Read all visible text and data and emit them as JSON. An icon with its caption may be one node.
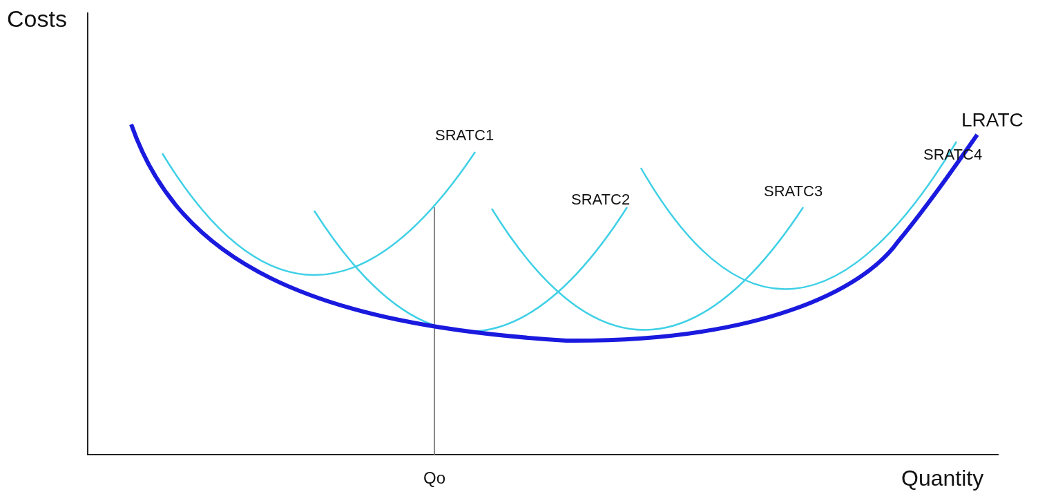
{
  "diagram": {
    "labels": [
      "Costs",
      "LRATC",
      "SRATC1",
      "SRATC4",
      "SRATC2",
      "SRATC3",
      "Qo",
      "Quantity"
    ]
  }
}
